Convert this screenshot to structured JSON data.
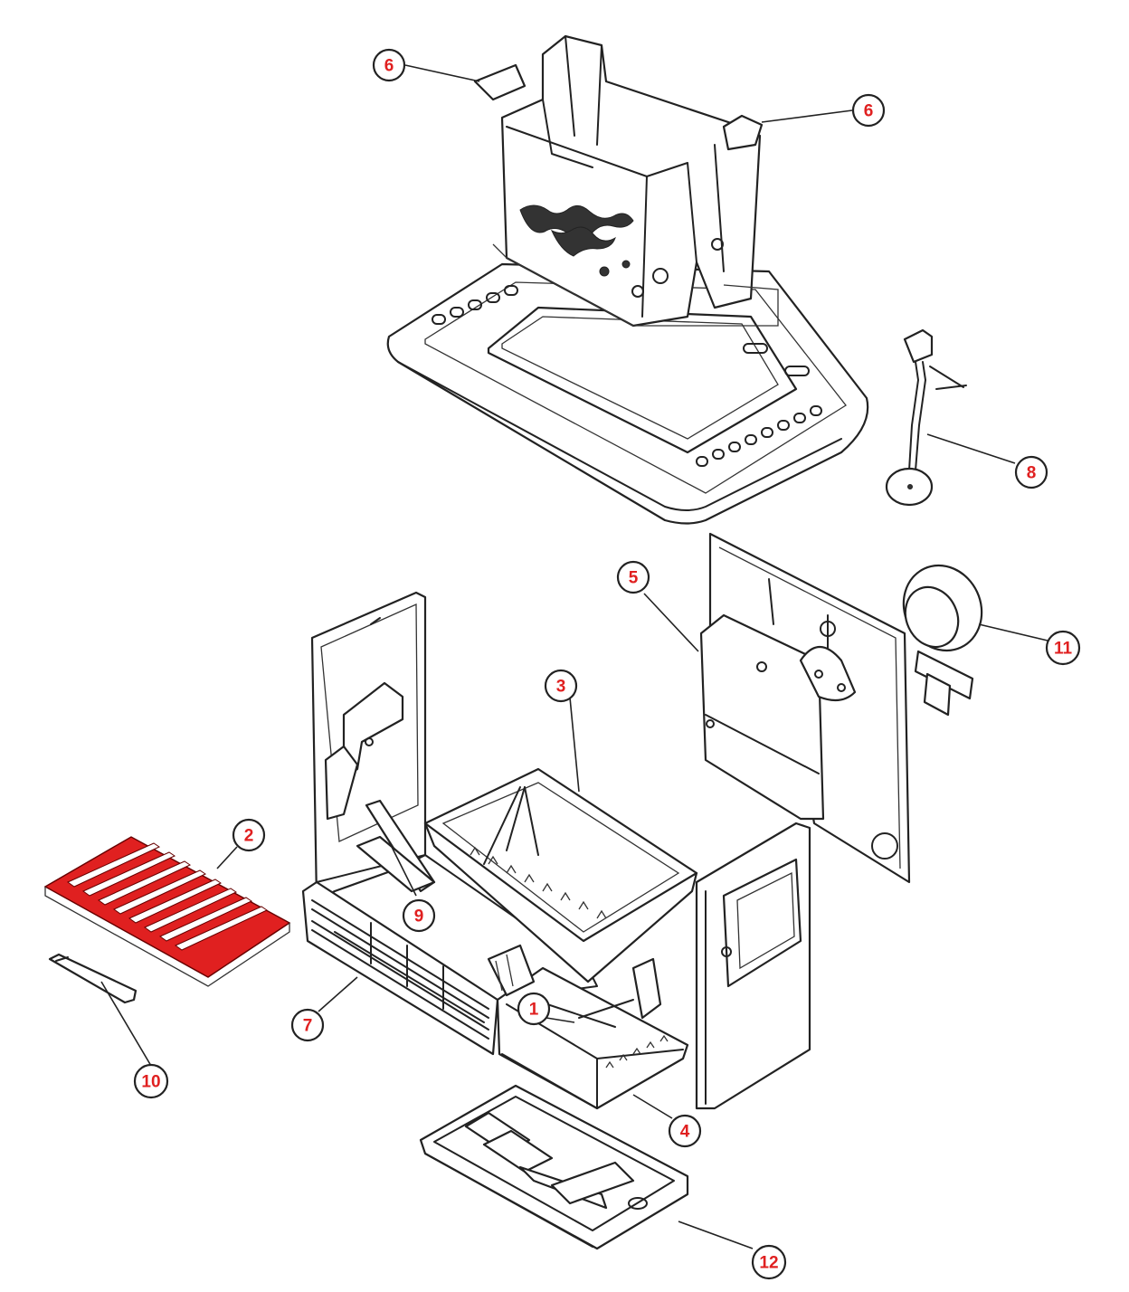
{
  "callouts": [
    {
      "id": "c6a",
      "label": "6"
    },
    {
      "id": "c6b",
      "label": "6"
    },
    {
      "id": "c8",
      "label": "8"
    },
    {
      "id": "c5",
      "label": "5"
    },
    {
      "id": "c11",
      "label": "11"
    },
    {
      "id": "c3",
      "label": "3"
    },
    {
      "id": "c2",
      "label": "2"
    },
    {
      "id": "c9",
      "label": "9"
    },
    {
      "id": "c1",
      "label": "1"
    },
    {
      "id": "c7",
      "label": "7"
    },
    {
      "id": "c10",
      "label": "10"
    },
    {
      "id": "c4",
      "label": "4"
    },
    {
      "id": "c12",
      "label": "12"
    }
  ],
  "colors": {
    "line": "#222222",
    "callout_text": "#e02020",
    "highlight_part": "#e02020"
  }
}
